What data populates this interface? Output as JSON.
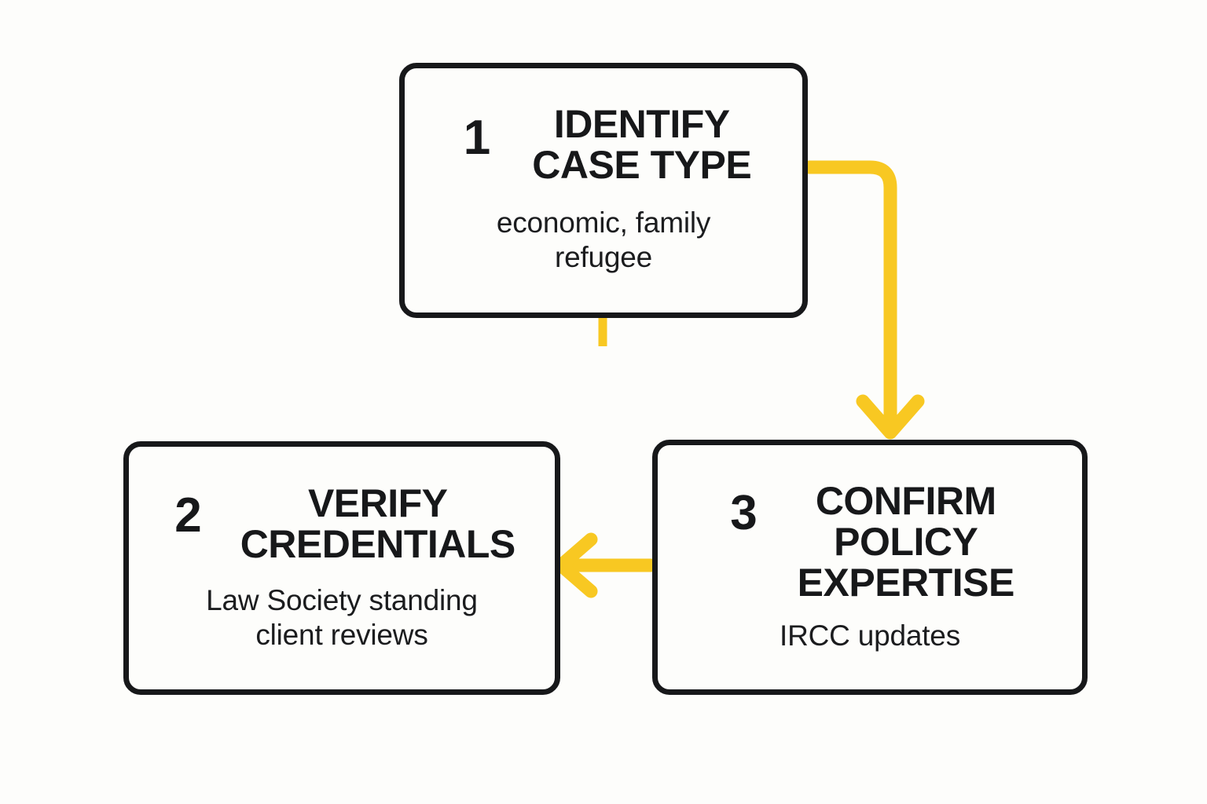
{
  "diagram": {
    "background_color": "#fdfdfb",
    "accent_color": "#f8c822",
    "ink_color": "#17181a",
    "steps": [
      {
        "number": "1",
        "title_line1": "IDENTIFY",
        "title_line2": "CASE TYPE",
        "subtitle_line1": "economic, family",
        "subtitle_line2": "refugee"
      },
      {
        "number": "2",
        "title_line1": "VERIFY",
        "title_line2": "CREDENTIALS",
        "subtitle_line1": "Law Society standing",
        "subtitle_line2": "client reviews"
      },
      {
        "number": "3",
        "title_line1": "CONFIRM",
        "title_line2": "POLICY",
        "title_line3": "EXPERTISE",
        "subtitle_line1": "IRCC updates",
        "subtitle_line2": ""
      }
    ],
    "connectors": [
      {
        "name": "step1-to-step3",
        "from": "1",
        "to": "3",
        "shape": "elbow-down",
        "color": "#f8c822"
      },
      {
        "name": "step3-to-step2",
        "from": "3",
        "to": "2",
        "shape": "straight-left",
        "color": "#f8c822"
      },
      {
        "name": "step1-bottom-stub",
        "from": "1",
        "to": "",
        "shape": "stub",
        "color": "#f8c822"
      }
    ]
  }
}
